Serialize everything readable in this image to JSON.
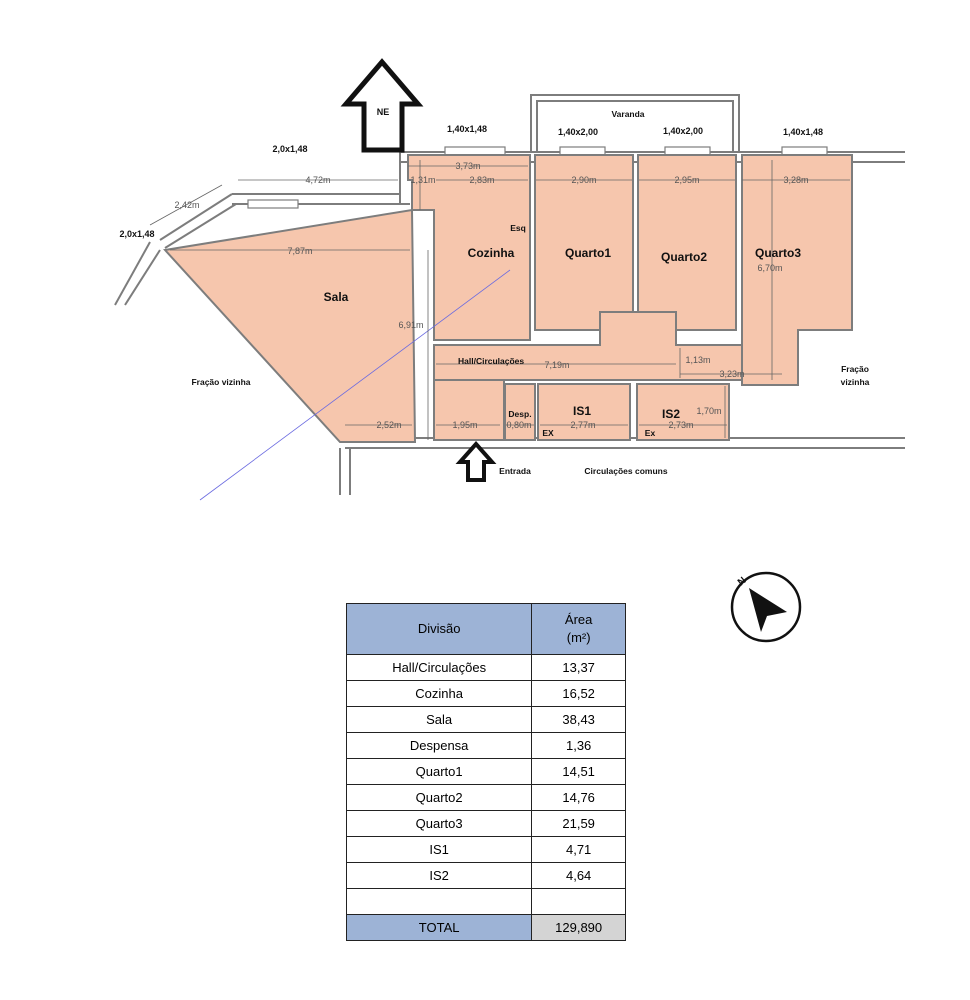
{
  "colors": {
    "room_fill": "#f6c6ad",
    "wall": "#7d7d7d",
    "table_header": "#9db3d6",
    "total_value": "#d4d4d4"
  },
  "plan": {
    "north_arrow_label": "NE",
    "rooms": {
      "sala": "Sala",
      "cozinha": "Cozinha",
      "quarto1": "Quarto1",
      "quarto2": "Quarto2",
      "quarto3": "Quarto3",
      "hall": "Hall/Circulações",
      "desp": "Desp.",
      "is1": "IS1",
      "is2": "IS2",
      "esq": "Esq",
      "ex1": "EX",
      "ex2": "Ex"
    },
    "labels": {
      "varanda": "Varanda",
      "fracao_left": "Fração vizinha",
      "fracao_right_1": "Fração",
      "fracao_right_2": "vizinha",
      "entrada": "Entrada",
      "circulacoes": "Circulações comuns"
    },
    "windows": {
      "w_left_top": "2,0x1,48",
      "w_left": "2,0x1,48",
      "w_cozinha": "1,40x1,48",
      "w_quarto1": "1,40x2,00",
      "w_quarto2": "1,40x2,00",
      "w_quarto3": "1,40x1,48"
    },
    "dimensions": {
      "d_472": "4,72m",
      "d_242": "2,42m",
      "d_787": "7,87m",
      "d_373": "3,73m",
      "d_131": "1,31m",
      "d_283": "2,83m",
      "d_290": "2,90m",
      "d_295": "2,95m",
      "d_328": "3,28m",
      "d_670": "6,70m",
      "d_691": "6,91m",
      "d_719": "7,19m",
      "d_113": "1,13m",
      "d_323": "3,23m",
      "d_170": "1,70m",
      "d_252": "2,52m",
      "d_195": "1,95m",
      "d_080": "0,80m",
      "d_277": "2,77m",
      "d_273": "2,73m"
    }
  },
  "table": {
    "header_divisao": "Divisão",
    "header_area": "Área",
    "header_unit": "(m²)",
    "rows": [
      {
        "divisao": "Hall/Circulações",
        "area": "13,37"
      },
      {
        "divisao": "Cozinha",
        "area": "16,52"
      },
      {
        "divisao": "Sala",
        "area": "38,43"
      },
      {
        "divisao": "Despensa",
        "area": "1,36"
      },
      {
        "divisao": "Quarto1",
        "area": "14,51"
      },
      {
        "divisao": "Quarto2",
        "area": "14,76"
      },
      {
        "divisao": "Quarto3",
        "area": "21,59"
      },
      {
        "divisao": "IS1",
        "area": "4,71"
      },
      {
        "divisao": "IS2",
        "area": "4,64"
      },
      {
        "divisao": "",
        "area": ""
      }
    ],
    "total_label": "TOTAL",
    "total_value": "129,890"
  },
  "compass_letter": "N"
}
